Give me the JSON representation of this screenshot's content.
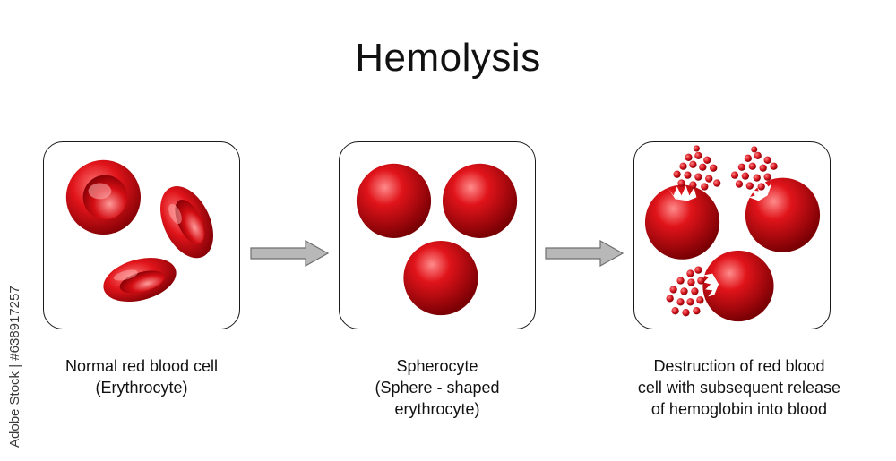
{
  "title": "Hemolysis",
  "side_watermark": "Adobe Stock | #638917257",
  "panels": [
    {
      "name": "normal",
      "caption_lines": [
        "Normal red blood cell",
        "(Erythrocyte)"
      ]
    },
    {
      "name": "spherocyte",
      "caption_lines": [
        "Spherocyte",
        "(Sphere - shaped",
        "erythrocyte)"
      ]
    },
    {
      "name": "destruction",
      "caption_lines": [
        "Destruction of red blood",
        "cell with subsequent release",
        "of hemoglobin into blood"
      ]
    }
  ],
  "colors": {
    "cell_light": "#ff8b8b",
    "cell_mid": "#e0141a",
    "cell_dark": "#8a0006",
    "arrow_fill": "#b8b8b8",
    "arrow_stroke": "#6f6f6f",
    "border": "#1a1a1a"
  }
}
